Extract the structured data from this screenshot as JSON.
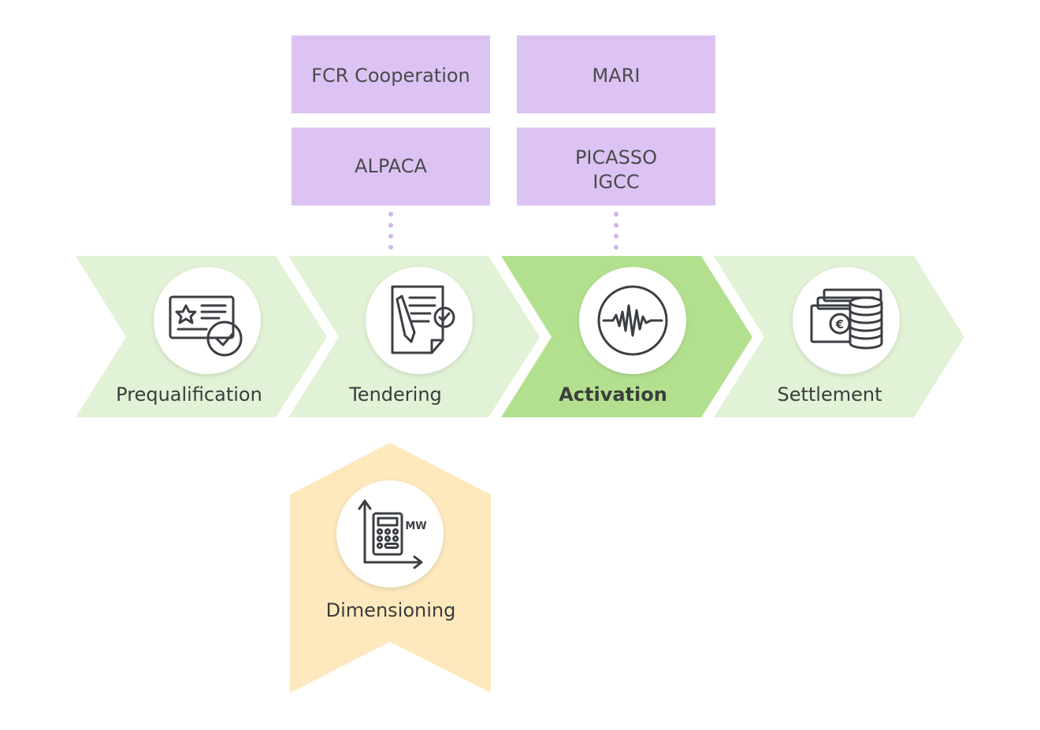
{
  "boxes": {
    "fcr": "FCR Cooperation",
    "mari": "MARI",
    "alpaca": "ALPACA",
    "picasso_line1": "PICASSO",
    "picasso_line2": "IGCC"
  },
  "stages": {
    "prequalification": "Prequalification",
    "tendering": "Tendering",
    "activation": "Activation",
    "settlement": "Settlement"
  },
  "dimensioning": {
    "label": "Dimensioning",
    "icon_text": "MW"
  },
  "colors": {
    "purple_box": "#dcc3f4",
    "dots": "#d2b4ee",
    "stage_light": "#e1f2d6",
    "stage_active": "#b3e08f",
    "dimensioning": "#fde9bd"
  },
  "icons": [
    "certificate-check-icon",
    "document-pen-check-icon",
    "waveform-icon",
    "euro-bills-coins-icon",
    "calculator-chart-icon"
  ]
}
